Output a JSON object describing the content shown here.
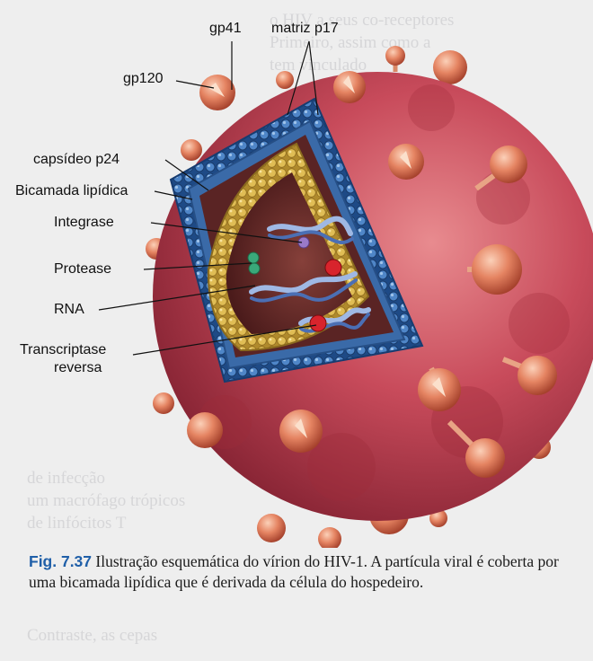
{
  "labels": {
    "gp41": "gp41",
    "matriz": "matriz p17",
    "gp120": "gp120",
    "capsideo": "capsídeo p24",
    "bicamada": "Bicamada lipídica",
    "integrase": "Integrase",
    "protease": "Protease",
    "rna": "RNA",
    "transcriptase_1": "Transcriptase",
    "transcriptase_2": "reversa"
  },
  "caption": {
    "figure": "Fig. 7.37",
    "text": "Ilustração esquemática do vírion do HIV-1. A partícula viral é coberta por uma bicamada lipídica que é derivada da célula do hospedeiro."
  },
  "colors": {
    "envelope": "#c8485a",
    "envelope_dark": "#8e2233",
    "lipid_bilayer": "#2f5f9e",
    "capsid": "#c9a23f",
    "core_interior": "#6a2a2a",
    "spike_knob": "#e07a5e",
    "caption_fig": "#1f5fa8"
  }
}
